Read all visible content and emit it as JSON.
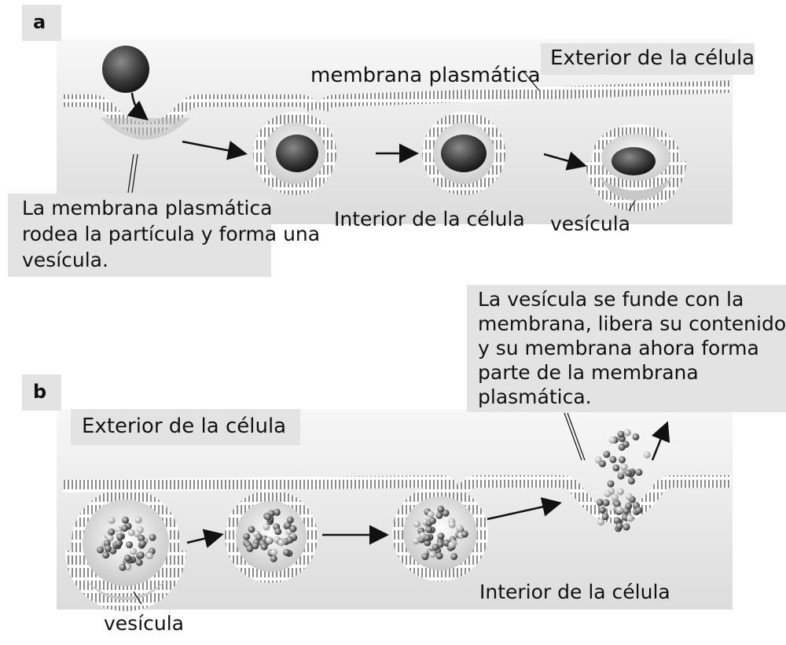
{
  "panel_a": {
    "letter": "a",
    "outside_label": "Exterior de la célula",
    "membrane_label": "membrana plasmática",
    "inside_label": "Interior de la célula",
    "vesicle_label": "vesícula",
    "callout": [
      "La membrana plasmática",
      "rodea la partícula y forma una",
      "vesícula."
    ]
  },
  "panel_b": {
    "letter": "b",
    "outside_label": "Exterior de la célula",
    "inside_label": "Interior de la célula",
    "vesicle_label": "vesícula",
    "callout": [
      "La vesícula se funde con la",
      "membrana, libera su contenido",
      "y su membrana ahora forma",
      "parte de la membrana",
      "plasmática."
    ]
  },
  "colors": {
    "label_box": "#e3e3e3",
    "background": "#f1f1f1",
    "membrane": "#9a9a9a",
    "text": "#111111"
  }
}
